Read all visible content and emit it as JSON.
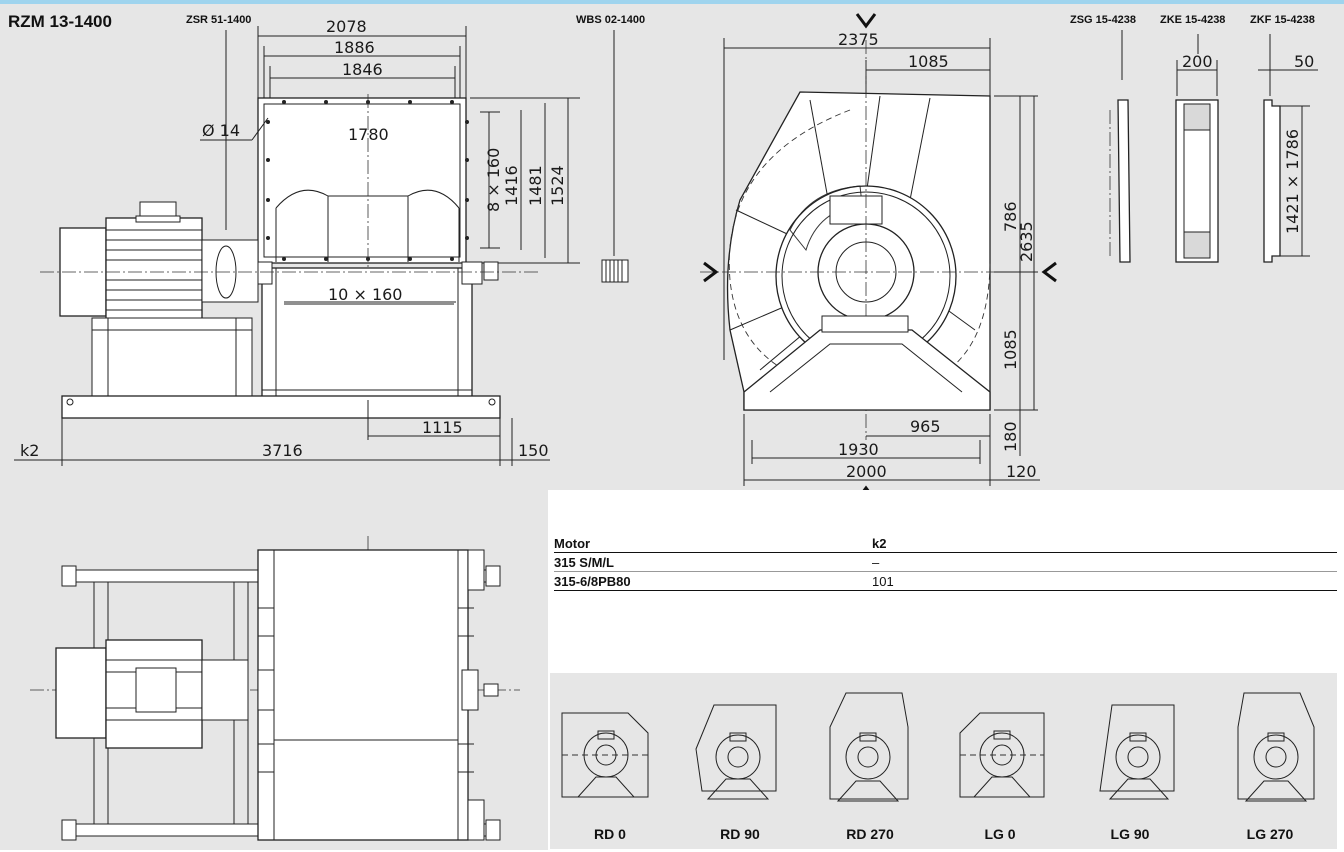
{
  "title": "RZM 13-1400",
  "accessories": {
    "zsr": "ZSR 51-1400",
    "wbs": "WBS 02-1400",
    "zsg": "ZSG 15-4238",
    "zke": "ZKE 15-4238",
    "zkf": "ZKF 15-4238"
  },
  "side_view": {
    "d2078": "2078",
    "d1886": "1886",
    "d1846": "1846",
    "d1780": "1780",
    "d_hole": "Ø 14",
    "d8x160": "8 × 160",
    "d1416": "1416",
    "d1481": "1481",
    "d1524": "1524",
    "d10x160": "10 × 160",
    "d1115": "1115",
    "dk2": "k2",
    "d3716": "3716",
    "d150": "150"
  },
  "front_view": {
    "d2375": "2375",
    "d1085_top": "1085",
    "d786": "786",
    "d2635": "2635",
    "d1085_side": "1085",
    "d965": "965",
    "d180": "180",
    "d1930": "1930",
    "d2000": "2000",
    "d120": "120"
  },
  "accessory_dims": {
    "d200": "200",
    "d50": "50",
    "d1421x1786": "1421 × 1786"
  },
  "motor_table": {
    "header": [
      "Motor",
      "k2"
    ],
    "rows": [
      [
        "315 S/M/L",
        "–"
      ],
      [
        "315-6/8PB80",
        "101"
      ]
    ]
  },
  "positions": [
    {
      "label": "RD 0"
    },
    {
      "label": "RD 90"
    },
    {
      "label": "RD 270"
    },
    {
      "label": "LG 0"
    },
    {
      "label": "LG 90"
    },
    {
      "label": "LG 270"
    }
  ]
}
